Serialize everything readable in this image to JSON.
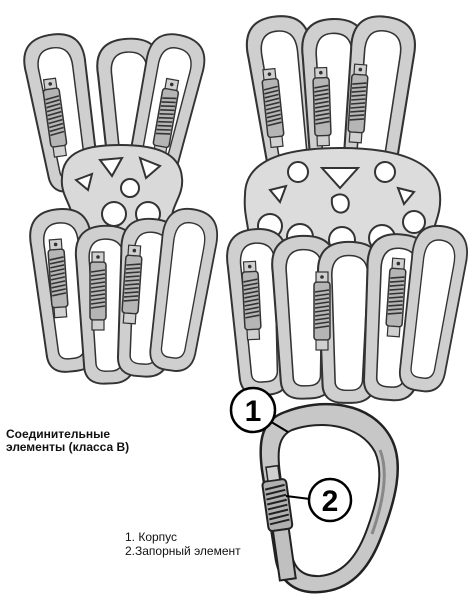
{
  "caption": {
    "line1": "Соединительные",
    "line2": "элементы (класса B)"
  },
  "legend": {
    "item1": "1. Корпус",
    "item2": "2.Запорный элемент"
  },
  "callouts": {
    "body": "1",
    "gate": "2"
  },
  "colors": {
    "metal": "#c9c9c9",
    "metal_dark": "#8f8f8f",
    "plate": "#d9d9d9",
    "outline": "#333333"
  },
  "icons": [
    "carabiner-icon",
    "rigging-plate-icon"
  ]
}
